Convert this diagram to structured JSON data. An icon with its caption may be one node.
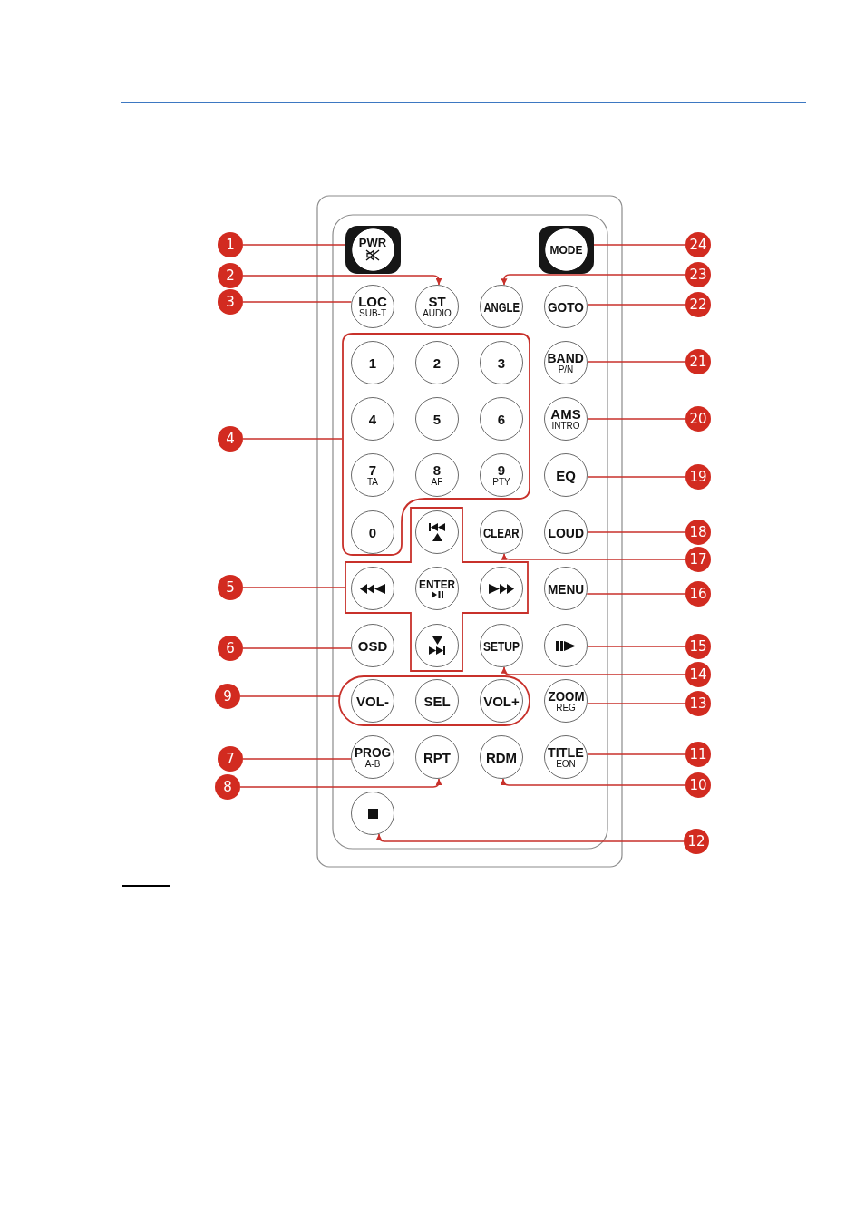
{
  "diagram": {
    "nodes": [
      {
        "text": [
          "1"
        ]
      },
      {
        "text": [
          "PWR"
        ]
      },
      {
        "text": [
          "MODE"
        ]
      },
      {
        "text": [
          "24"
        ]
      },
      {
        "text": [
          "2"
        ]
      },
      {
        "text": [
          "23"
        ]
      },
      {
        "text": [
          "3"
        ]
      },
      {
        "text": [
          "LOC",
          "SUB-T"
        ]
      },
      {
        "text": [
          "ST",
          "AUDIO"
        ]
      },
      {
        "text": [
          "ANGLE"
        ]
      },
      {
        "text": [
          "GOTO"
        ]
      },
      {
        "text": [
          "22"
        ]
      },
      {
        "text": [],
        "shape": "box"
      },
      {
        "text": [
          "1"
        ],
        "in": 12
      },
      {
        "text": [
          "2"
        ],
        "in": 12
      },
      {
        "text": [
          "3"
        ],
        "in": 12
      },
      {
        "text": [
          "BAND",
          "P/N"
        ]
      },
      {
        "text": [
          "21"
        ]
      },
      {
        "text": [
          "4"
        ],
        "in": 12
      },
      {
        "text": [
          "5"
        ],
        "in": 12
      },
      {
        "text": [
          "6"
        ],
        "in": 12
      },
      {
        "text": [
          "AMS",
          "INTRO"
        ]
      },
      {
        "text": [
          "20"
        ]
      },
      {
        "text": [
          "4"
        ]
      },
      {
        "text": [
          "7",
          "TA"
        ],
        "in": 12
      },
      {
        "text": [
          "8",
          "AF"
        ],
        "in": 12
      },
      {
        "text": [
          "9",
          "PTY"
        ],
        "in": 12
      },
      {
        "text": [
          "EQ"
        ]
      },
      {
        "text": [
          "19"
        ]
      },
      {
        "text": [],
        "shape": "cross"
      },
      {
        "text": [
          "0"
        ],
        "in": 12
      },
      {
        "text": [],
        "shape": "circle",
        "in": 29
      },
      {
        "text": [
          "CLEAR"
        ]
      },
      {
        "text": [
          "LOUD"
        ]
      },
      {
        "text": [
          "18"
        ]
      },
      {
        "text": [
          "17"
        ]
      },
      {
        "text": [
          "5"
        ]
      },
      {
        "text": [],
        "shape": "circle",
        "in": 29
      },
      {
        "text": [
          "ENTER"
        ],
        "in": 29
      },
      {
        "text": [],
        "shape": "circle",
        "in": 29
      },
      {
        "text": [
          "MENU"
        ]
      },
      {
        "text": [
          "16"
        ]
      },
      {
        "text": [
          "6"
        ]
      },
      {
        "text": [
          "OSD"
        ]
      },
      {
        "text": [],
        "shape": "circle",
        "in": 29
      },
      {
        "text": [
          "SETUP"
        ]
      },
      {
        "text": [],
        "shape": "circle"
      },
      {
        "text": [
          "15"
        ]
      },
      {
        "text": [
          "14"
        ]
      },
      {
        "text": [],
        "shape": "box"
      },
      {
        "text": [
          "9"
        ]
      },
      {
        "text": [
          "VOL-"
        ],
        "in": 49
      },
      {
        "text": [
          "SEL"
        ],
        "in": 49
      },
      {
        "text": [
          "VOL+"
        ],
        "in": 49
      },
      {
        "text": [
          "ZOOM",
          "REG"
        ]
      },
      {
        "text": [
          "13"
        ]
      },
      {
        "text": [
          "7"
        ]
      },
      {
        "text": [
          "PROG",
          "A-B"
        ]
      },
      {
        "text": [
          "RPT"
        ]
      },
      {
        "text": [
          "RDM"
        ]
      },
      {
        "text": [
          "TITLE",
          "EON"
        ]
      },
      {
        "text": [
          "11"
        ]
      },
      {
        "text": [
          "8"
        ]
      },
      {
        "text": [
          "10"
        ]
      },
      {
        "text": [],
        "shape": "circle"
      },
      {
        "text": [
          "12"
        ]
      }
    ],
    "edges": [
      {
        "from": 0,
        "to": 1,
        "arrow": "none"
      },
      {
        "from": 4,
        "to": 8,
        "arrow": "to"
      },
      {
        "from": 6,
        "to": 7,
        "arrow": "none"
      },
      {
        "from": 23,
        "to": 12,
        "arrow": "none"
      },
      {
        "from": 36,
        "to": 29,
        "arrow": "none"
      },
      {
        "from": 42,
        "to": 43,
        "arrow": "none"
      },
      {
        "from": 56,
        "to": 57,
        "arrow": "none"
      },
      {
        "from": 62,
        "to": 58,
        "arrow": "to"
      },
      {
        "from": 50,
        "to": 49,
        "arrow": "none"
      },
      {
        "from": 63,
        "to": 59,
        "arrow": "to"
      },
      {
        "from": 61,
        "to": 60,
        "arrow": "none"
      },
      {
        "from": 65,
        "to": 64,
        "arrow": "to"
      },
      {
        "from": 55,
        "to": 54,
        "arrow": "none"
      },
      {
        "from": 48,
        "to": 45,
        "arrow": "to"
      },
      {
        "from": 47,
        "to": 46,
        "arrow": "none"
      },
      {
        "from": 41,
        "to": 40,
        "arrow": "none"
      },
      {
        "from": 35,
        "to": 32,
        "arrow": "to"
      },
      {
        "from": 34,
        "to": 33,
        "arrow": "none"
      },
      {
        "from": 28,
        "to": 27,
        "arrow": "none"
      },
      {
        "from": 22,
        "to": 21,
        "arrow": "none"
      },
      {
        "from": 17,
        "to": 16,
        "arrow": "none"
      },
      {
        "from": 11,
        "to": 10,
        "arrow": "none"
      },
      {
        "from": 5,
        "to": 9,
        "arrow": "to"
      },
      {
        "from": 3,
        "to": 2,
        "arrow": "none"
      }
    ]
  }
}
